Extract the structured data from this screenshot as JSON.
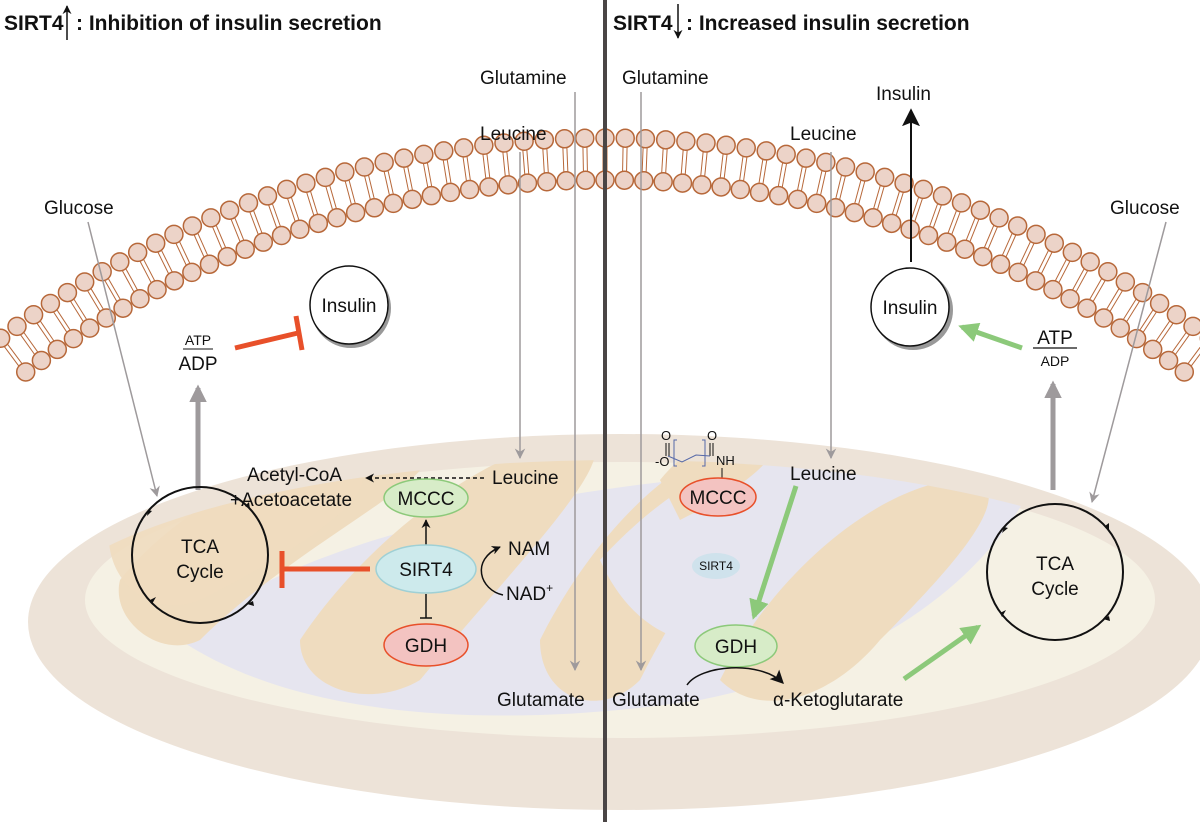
{
  "panels": {
    "left": {
      "title_prefix": "SIRT4",
      "title_arrow": "up",
      "title_text": ": Inhibition of insulin secretion",
      "labels": {
        "glucose": "Glucose",
        "glutamine": "Glutamine",
        "leucine_outside": "Leucine",
        "insulin_granule": "Insulin",
        "atp": "ATP",
        "adp": "ADP",
        "acetyl_coa": "Acetyl-CoA",
        "acetoacetate": "+Acetoacetate",
        "leucine_inside": "Leucine",
        "mccc": "MCCC",
        "sirt4": "SIRT4",
        "nam": "NAM",
        "nad": "NAD",
        "nad_sup": "+",
        "gdh": "GDH",
        "tca_line1": "TCA",
        "tca_line2": "Cycle",
        "glutamate": "Glutamate"
      }
    },
    "right": {
      "title_prefix": "SIRT4",
      "title_arrow": "down",
      "title_text": ": Increased insulin secretion",
      "labels": {
        "glutamine": "Glutamine",
        "leucine_outside": "Leucine",
        "insulin_secreted": "Insulin",
        "glucose": "Glucose",
        "insulin_granule": "Insulin",
        "atp": "ATP",
        "adp": "ADP",
        "mccc": "MCCC",
        "chem_o1": "O",
        "chem_o2": "O",
        "chem_ominus": "-O",
        "chem_nh": "NH",
        "leucine_inside": "Leucine",
        "sirt4": "SIRT4",
        "gdh": "GDH",
        "tca_line1": "TCA",
        "tca_line2": "Cycle",
        "glutamate": "Glutamate",
        "alpha_kg": "α-Ketoglutarate"
      }
    }
  },
  "colors": {
    "inhibit": "#e8502a",
    "activate": "#8cc97a",
    "membrane_head_fill": "#ecd3c8",
    "membrane_head_stroke": "#b7683a",
    "mito_outer": "#ede3d8",
    "mito_inner_space": "#f5f1e4",
    "cristae": "#efdcbf",
    "matrix": "#e6e5ef",
    "mccc_active": "#d7ecc8",
    "mccc_inactive": "#f3c3c1",
    "sirt4_node": "#cdeaec",
    "gdh_inhibited": "#f3c3c1",
    "gdh_active": "#d7ecc8",
    "divider": "#4a4545",
    "gray_arrow": "#9e9a9c"
  }
}
